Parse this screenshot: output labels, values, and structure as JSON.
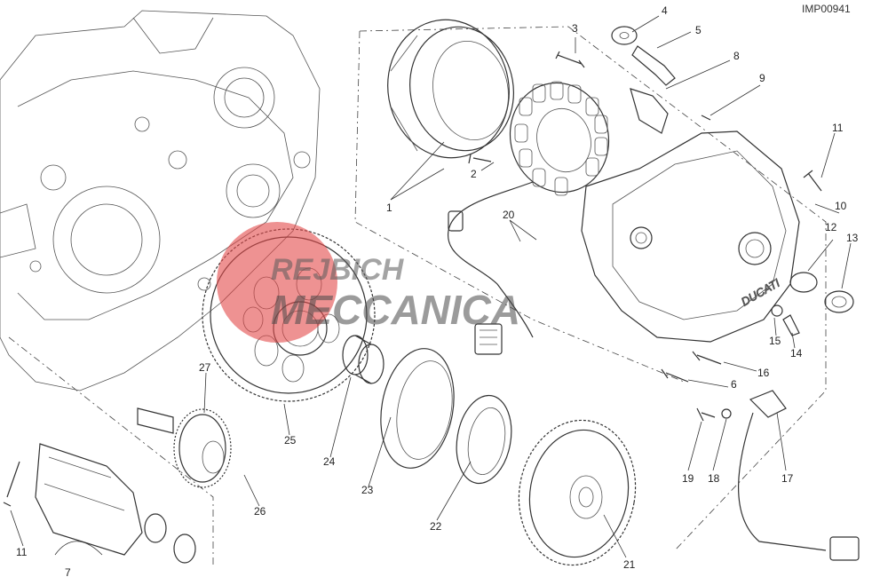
{
  "diagram": {
    "code": "IMP00941",
    "watermark": {
      "line1": "REJBICH",
      "line2": "MECCANICA",
      "brand_color": "#e24a4a"
    },
    "labels": [
      "1",
      "2",
      "3",
      "4",
      "5",
      "6",
      "7",
      "8",
      "9",
      "10",
      "11",
      "11",
      "12",
      "13",
      "14",
      "15",
      "16",
      "17",
      "18",
      "19",
      "20",
      "21",
      "22",
      "23",
      "24",
      "25",
      "26",
      "27"
    ]
  }
}
